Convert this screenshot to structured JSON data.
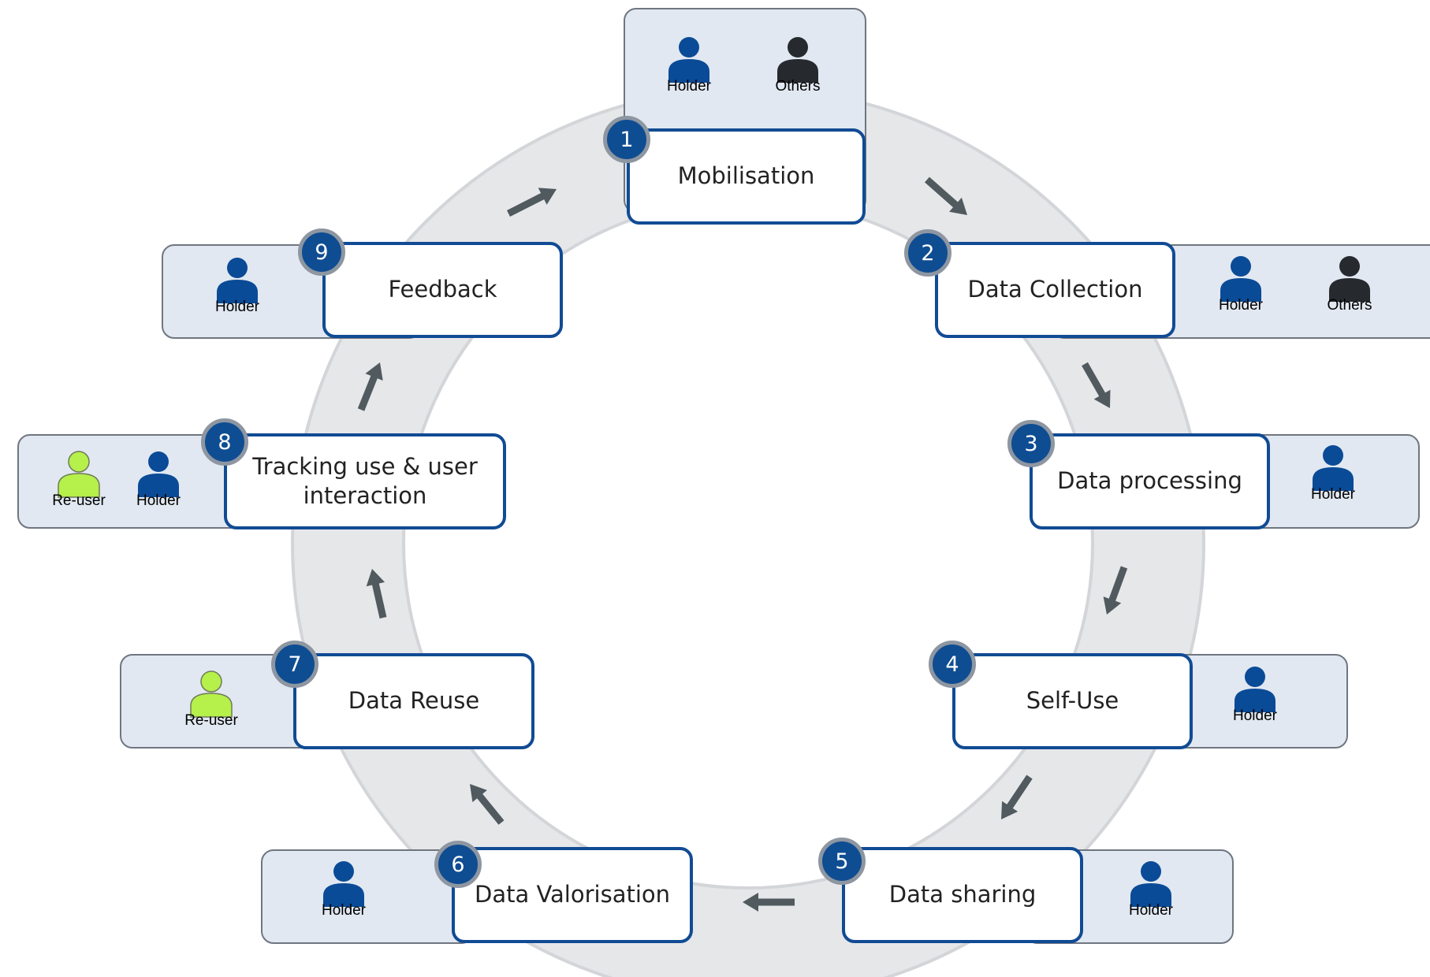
{
  "colors": {
    "ring": "#e6e7e9",
    "ring_edge": "#d3d5d8",
    "panel_fill": "#e1e8f1",
    "stage_border": "#114b94",
    "badge_fill": "#0f4d92",
    "arrow": "#505a5f",
    "holder_icon": "#0a4b97",
    "others_icon": "#262a2e",
    "reuser_icon": "#b6f04a"
  },
  "stages": [
    {
      "number": "1",
      "label": "Mobilisation",
      "actors": [
        {
          "label": "Holder",
          "icon": "holder-person-icon"
        },
        {
          "label": "Others",
          "icon": "others-person-icon"
        }
      ]
    },
    {
      "number": "2",
      "label": "Data Collection",
      "actors": [
        {
          "label": "Holder",
          "icon": "holder-person-icon"
        },
        {
          "label": "Others",
          "icon": "others-person-icon"
        }
      ]
    },
    {
      "number": "3",
      "label": "Data processing",
      "actors": [
        {
          "label": "Holder",
          "icon": "holder-person-icon"
        }
      ]
    },
    {
      "number": "4",
      "label": "Self-Use",
      "actors": [
        {
          "label": "Holder",
          "icon": "holder-person-icon"
        }
      ]
    },
    {
      "number": "5",
      "label": "Data sharing",
      "actors": [
        {
          "label": "Holder",
          "icon": "holder-person-icon"
        }
      ]
    },
    {
      "number": "6",
      "label": "Data Valorisation",
      "actors": [
        {
          "label": "Holder",
          "icon": "holder-person-icon"
        }
      ]
    },
    {
      "number": "7",
      "label": "Data Reuse",
      "actors": [
        {
          "label": "Re-user",
          "icon": "reuser-person-icon"
        }
      ]
    },
    {
      "number": "8",
      "label": "Tracking use & user\ninteraction",
      "actors": [
        {
          "label": "Re-user",
          "icon": "reuser-person-icon"
        },
        {
          "label": "Holder",
          "icon": "holder-person-icon"
        }
      ]
    },
    {
      "number": "9",
      "label": "Feedback",
      "actors": [
        {
          "label": "Holder",
          "icon": "holder-person-icon"
        }
      ]
    }
  ]
}
